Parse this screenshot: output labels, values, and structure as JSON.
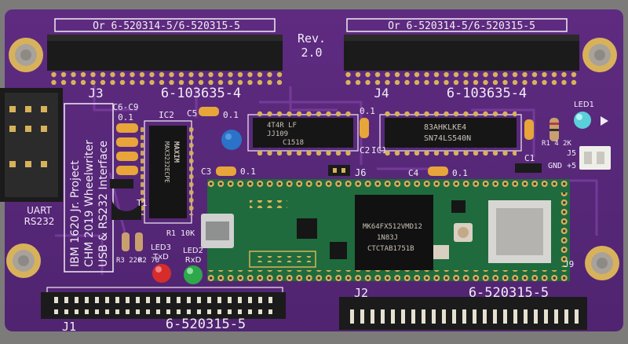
{
  "board": {
    "colors": {
      "solder_mask": "#5a2a7a",
      "silkscreen": "#f2ecf5",
      "teensy_pcb": "#1f6b3d",
      "connector_body": "#1b1b1b",
      "gold_pad": "#d8b25a",
      "capacitor": "#e8a53a"
    },
    "revision": {
      "line1": "Rev.",
      "line2": "2.0"
    },
    "project_text": {
      "line1": "IBM 1620 Jr. Project",
      "line2": "CHM 2019 Wheelwriter",
      "line3": "USB & RS232 Interface"
    },
    "connectors": {
      "top_left_alt": "Or 6-520314-5/6-520315-5",
      "top_right_alt": "Or 6-520314-5/6-520315-5",
      "j3_label": "J3",
      "j3_part": "6-103635-4",
      "j4_label": "J4",
      "j4_part": "6-103635-4",
      "j1_label": "J1",
      "j1_part": "6-520315-5",
      "j2_label": "J2",
      "j2_part": "6-520315-5",
      "uart_label1": "UART",
      "uart_label2": "RS232",
      "j5_label": "J5",
      "j6_label": "J6",
      "j9_label": "J9",
      "gnd_label": "GND +5"
    },
    "components": {
      "ic2_label": "IC2",
      "ic2_chip_brand": "MAXIM",
      "ic2_chip_part": "MAX3232ECPE",
      "ic1_label": "IC1",
      "ic1_chip_line1": "4T4R LF",
      "ic1_chip_line2": "JJ109",
      "ic1_chip_line3": "C1518",
      "ic3_chip_line1": "83AHKLKE4",
      "ic3_chip_line2": "SN74LS540N",
      "teensy_chip_line1": "MK64FX512VMD12",
      "teensy_chip_line2": "1N83J",
      "teensy_chip_line3": "CTCTAB1751B",
      "cap_c6c9": "C6-C9",
      "cap_c5": "C5",
      "cap_c3": "C3",
      "cap_c2": "C2",
      "cap_c1": "C1",
      "cap_c4": "C4",
      "cap_value": "0.1",
      "led1_label": "LED1",
      "led3_label1": "LED3",
      "led3_label2": "TxD",
      "led2_label1": "LED2",
      "led2_label2": "RxD",
      "r1_label": "R1 10K",
      "r4_label": "R1 4 2K",
      "r3_label": "R3 220",
      "r2_label": "R2 76",
      "t1_label": "T1"
    }
  }
}
